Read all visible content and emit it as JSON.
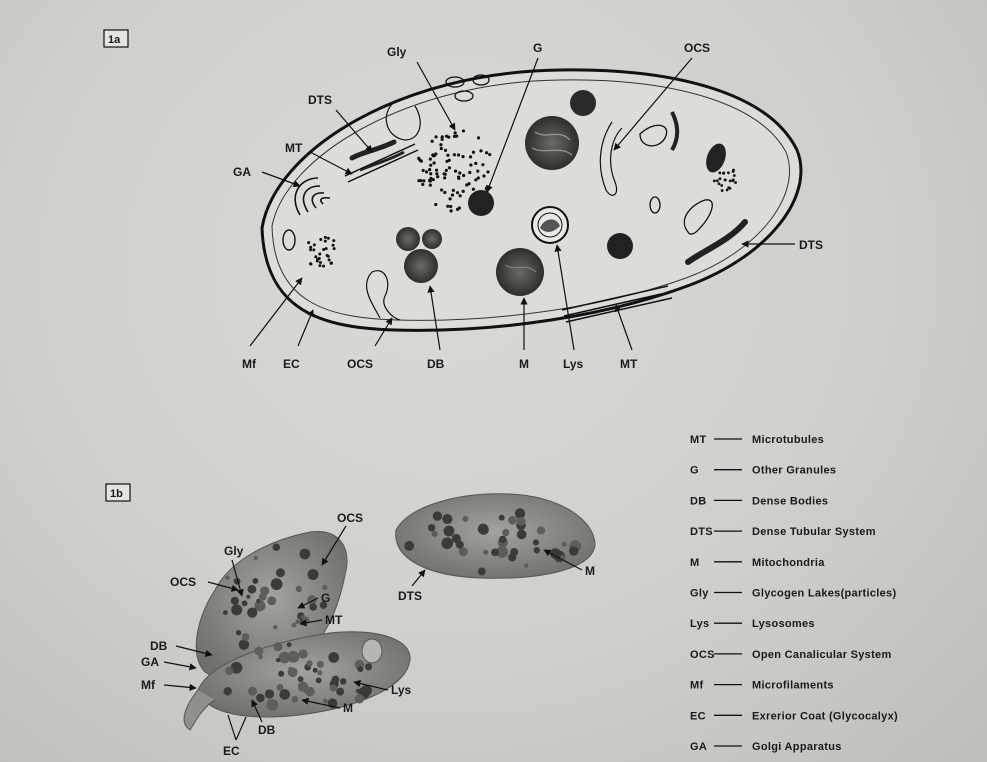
{
  "figure_1a": {
    "panel_label": "1a",
    "labels": {
      "gly": "Gly",
      "g": "G",
      "ocs_top": "OCS",
      "dts_left": "DTS",
      "mt_left": "MT",
      "ga": "GA",
      "dts_right": "DTS",
      "mf": "Mf",
      "ec": "EC",
      "ocs_bottom": "OCS",
      "db": "DB",
      "m": "M",
      "lys": "Lys",
      "mt_bottom": "MT"
    }
  },
  "figure_1b": {
    "panel_label": "1b",
    "labels": {
      "ocs_top": "OCS",
      "gly": "Gly",
      "ocs_left": "OCS",
      "g": "G",
      "mt": "MT",
      "db_left": "DB",
      "ga": "GA",
      "mf": "Mf",
      "db_bottom": "DB",
      "ec": "EC",
      "m_bottom": "M",
      "lys": "Lys",
      "dts": "DTS",
      "m_right": "M"
    }
  },
  "legend": [
    {
      "abbr": "MT",
      "term": "Microtubules"
    },
    {
      "abbr": "G",
      "term": "Other Granules"
    },
    {
      "abbr": "DB",
      "term": "Dense Bodies"
    },
    {
      "abbr": "DTS",
      "term": "Dense Tubular System"
    },
    {
      "abbr": "M",
      "term": "Mitochondria"
    },
    {
      "abbr": "Gly",
      "term": "Glycogen Lakes(particles)"
    },
    {
      "abbr": "Lys",
      "term": "Lysosomes"
    },
    {
      "abbr": "OCS",
      "term": "Open Canalicular System"
    },
    {
      "abbr": "Mf",
      "term": "Microfilaments"
    },
    {
      "abbr": "EC",
      "term": "Exrerior Coat (Glycocalyx)"
    },
    {
      "abbr": "GA",
      "term": "Golgi Apparatus"
    }
  ],
  "colors": {
    "ink": "#111111",
    "background": "#cfcfcc",
    "micrograph": "#8f8f8b"
  }
}
